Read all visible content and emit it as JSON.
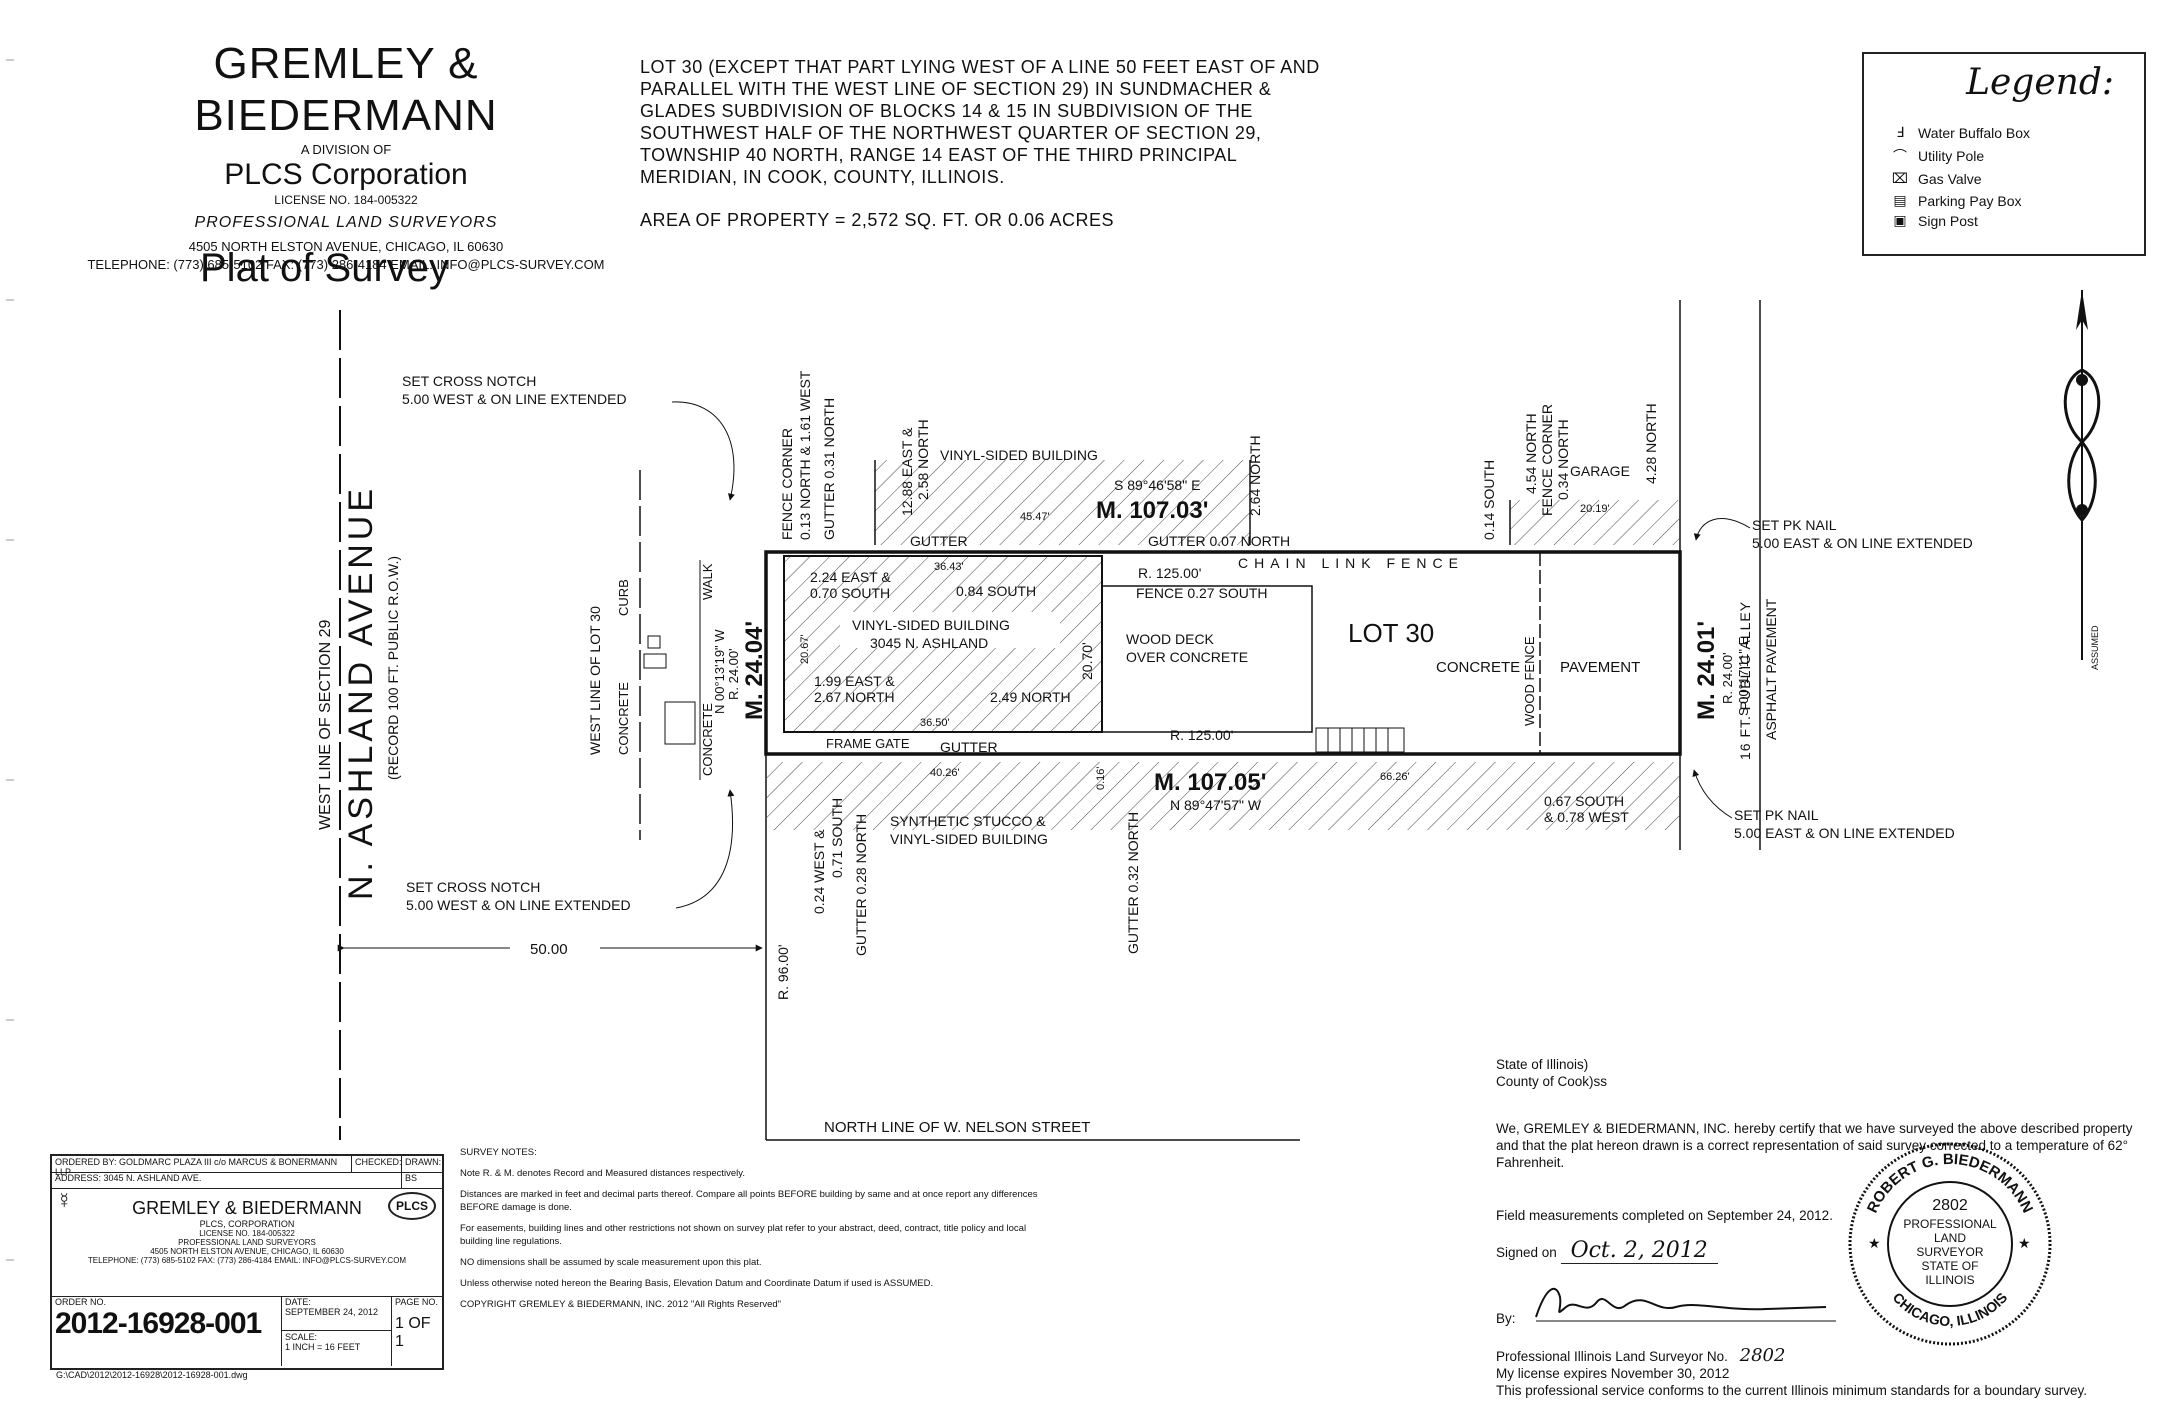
{
  "firm": {
    "name": "GREMLEY & BIEDERMANN",
    "division": "A DIVISION OF",
    "corporation": "PLCS Corporation",
    "license": "LICENSE NO. 184-005322",
    "tagline": "PROFESSIONAL LAND SURVEYORS",
    "address": "4505 NORTH ELSTON AVENUE, CHICAGO, IL 60630",
    "telephone": "TELEPHONE: (773) 685-5102   FAX: (773) 286-4184   EMAIL: INFO@PLCS-SURVEY.COM"
  },
  "title": "Plat of Survey",
  "legal_description": "LOT 30 (EXCEPT THAT PART LYING WEST OF A LINE 50 FEET EAST OF AND PARALLEL WITH THE WEST LINE OF SECTION 29) IN SUNDMACHER & GLADES SUBDIVISION OF BLOCKS 14 & 15 IN SUBDIVISION OF THE SOUTHWEST HALF OF THE NORTHWEST QUARTER OF SECTION 29, TOWNSHIP 40 NORTH, RANGE 14 EAST OF THE THIRD PRINCIPAL MERIDIAN, IN COOK, COUNTY, ILLINOIS.",
  "area": "AREA OF PROPERTY = 2,572 SQ. FT. OR 0.06 ACRES",
  "legend": {
    "title": "Legend:",
    "items": [
      {
        "symbol": "Ⅎ",
        "label": "Water Buffalo Box"
      },
      {
        "symbol": "⌒",
        "label": "Utility Pole"
      },
      {
        "symbol": "⌧",
        "label": "Gas Valve"
      },
      {
        "symbol": "▤",
        "label": "Parking Pay Box"
      },
      {
        "symbol": "▣",
        "label": "Sign Post"
      }
    ]
  },
  "plat": {
    "street_west": "N. ASHLAND AVENUE",
    "street_west_record": "(RECORD 100 FT. PUBLIC R.O.W.)",
    "section_line": "WEST LINE OF SECTION 29",
    "lot_west_line": "WEST LINE OF LOT 30",
    "curb": "CURB",
    "concrete": "CONCRETE",
    "walk": "WALK",
    "north_line": "NORTH LINE OF W. NELSON STREET",
    "dist_50": "50.00",
    "r_96": "R. 96.00'",
    "cross_notch_top": "SET CROSS NOTCH",
    "cross_notch_top_2": "5.00 WEST & ON LINE EXTENDED",
    "cross_notch_bottom": "SET CROSS NOTCH",
    "cross_notch_bottom_2": "5.00 WEST & ON LINE EXTENDED",
    "pk_top": "SET PK NAIL",
    "pk_top_2": "5.00 EAST & ON LINE EXTENDED",
    "pk_bottom": "SET PK NAIL",
    "pk_bottom_2": "5.00 EAST & ON LINE EXTENDED",
    "north_m": "M. 107.03'",
    "north_bearing": "S 89°46'58\" E",
    "north_r": "R. 125.00'",
    "south_m": "M. 107.05'",
    "south_bearing": "N 89°47'57\" W",
    "south_r": "R. 125.00'",
    "west_m": "M. 24.04'",
    "west_r": "R. 24.00'",
    "west_bearing": "N 00°13'19\" W",
    "east_m": "M. 24.01'",
    "east_r": "R. 24.00'",
    "east_bearing": "S 00°17'11\" E",
    "alley": "16 FT. PUBLIC ALLEY",
    "alley_pavement": "ASPHALT PAVEMENT",
    "lot": "LOT 30",
    "building": "VINYL-SIDED BUILDING",
    "building_addr": "3045 N. ASHLAND",
    "deck": "WOOD DECK",
    "deck_2": "OVER CONCRETE",
    "concrete_pavement": "CONCRETE",
    "pavement": "PAVEMENT",
    "wood_fence": "WOOD FENCE",
    "chain_link": "CHAIN LINK FENCE",
    "north_bldg": "VINYL-SIDED BUILDING",
    "south_bldg": "SYNTHETIC STUCCO &",
    "south_bldg_2": "VINYL-SIDED BUILDING",
    "garage": "GARAGE",
    "frame_gate": "FRAME GATE",
    "gutter_n": "GUTTER",
    "gutter_n2": "GUTTER 0.07 NORTH",
    "gutter_s": "GUTTER",
    "fence_027": "FENCE 0.27 SOUTH",
    "o_224": "2.24 EAST &",
    "o_224b": "0.70 SOUTH",
    "o_084": "0.84 SOUTH",
    "o_199": "1.99 EAST &",
    "o_199b": "2.67 NORTH",
    "o_249": "2.49 NORTH",
    "o_067": "0.67 SOUTH",
    "o_067b": "& 0.78 WEST",
    "d_3643": "36.43'",
    "d_3650": "36.50'",
    "d_2067": "20.67'",
    "d_2070": "20.70'",
    "d_4547": "45.47'",
    "d_4026": "40.26'",
    "d_6626": "66.26'",
    "d_2019": "20.19'",
    "d_016": "0.16'",
    "v_fence_corner": "FENCE CORNER",
    "v_fence_corner_2": "0.13 NORTH & 1.61 WEST",
    "v_gutter031": "GUTTER 0.31 NORTH",
    "v_1288": "12.88 EAST &",
    "v_1288b": "2.58 NORTH",
    "v_264": "2.64 NORTH",
    "v_014": "0.14 SOUTH",
    "v_454": "4.54 NORTH",
    "v_fc2": "FENCE CORNER",
    "v_fc2b": "0.34 NORTH",
    "v_428": "4.28 NORTH",
    "v_024": "0.24 WEST &",
    "v_024b": "0.71 SOUTH",
    "v_gutter028": "GUTTER 0.28 NORTH",
    "v_gutter032": "GUTTER 0.32 NORTH",
    "assumed": "ASSUMED"
  },
  "title_block": {
    "ordered_by_label": "ORDERED BY:",
    "ordered_by": "GOLDMARC PLAZA III c/o MARCUS & BONERMANN LLP",
    "checked_label": "CHECKED:",
    "drawn_label": "DRAWN:",
    "drawn": "BS",
    "address_label": "ADDRESS:",
    "address": "3045 N. ASHLAND AVE.",
    "firm": "GREMLEY & BIEDERMANN",
    "corp": "PLCS, CORPORATION",
    "lic": "LICENSE NO. 184-005322",
    "tag": "PROFESSIONAL LAND SURVEYORS",
    "addr": "4505 NORTH ELSTON AVENUE, CHICAGO, IL 60630",
    "tel": "TELEPHONE: (773) 685-5102   FAX: (773) 286-4184   EMAIL: INFO@PLCS-SURVEY.COM",
    "order_label": "ORDER NO.",
    "order_no": "2012-16928-001",
    "date_label": "DATE:",
    "date": "SEPTEMBER 24, 2012",
    "scale_label": "SCALE:",
    "scale": "1 INCH = 16 FEET",
    "page_label": "PAGE NO.",
    "page": "1 OF 1",
    "path": "G:\\CAD\\2012\\2012-16928\\2012-16928-001.dwg"
  },
  "notes": {
    "title": "SURVEY NOTES:",
    "items": [
      "Note R. & M. denotes Record and Measured distances respectively.",
      "Distances are marked in feet and decimal parts thereof. Compare all points BEFORE building by same and at once report any differences BEFORE damage is done.",
      "For easements, building lines and other restrictions not shown on survey plat refer to your abstract, deed, contract, title policy and local building line regulations.",
      "NO dimensions shall be assumed by scale measurement upon this plat.",
      "Unless otherwise noted hereon the Bearing Basis, Elevation Datum and Coordinate Datum if used is ASSUMED.",
      "COPYRIGHT GREMLEY & BIEDERMANN, INC. 2012 \"All Rights Reserved\""
    ]
  },
  "certificate": {
    "state": "State of Illinois)",
    "county": "County of Cook)ss",
    "statement": "We, GREMLEY & BIEDERMANN, INC. hereby certify that we have surveyed the above described property and that the plat hereon drawn is a correct representation of said survey corrected to a temperature of 62° Fahrenheit.",
    "field": "Field measurements completed on September 24, 2012.",
    "signed_label": "Signed on",
    "signed_date": "Oct. 2, 2012",
    "by_label": "By:",
    "surveyor_label": "Professional Illinois Land Surveyor No.",
    "surveyor_no": "2802",
    "expires": "My license expires November 30, 2012",
    "conforms": "This professional service conforms to the current Illinois minimum standards for a boundary survey."
  },
  "seal": {
    "ring_top": "ROBERT G. BIEDERMANN",
    "ring_bottom": "CHICAGO, ILLINOIS",
    "number": "2802",
    "l1": "PROFESSIONAL",
    "l2": "LAND",
    "l3": "SURVEYOR",
    "l4": "STATE OF",
    "l5": "ILLINOIS"
  }
}
